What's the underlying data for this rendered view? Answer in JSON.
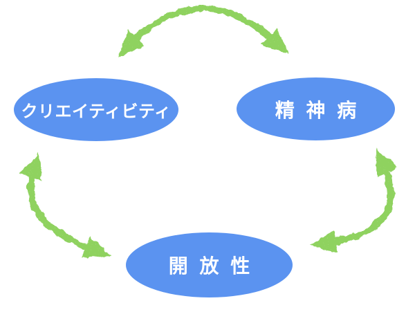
{
  "diagram": {
    "background_color": "#ffffff",
    "node_fill_color": "#5b93f0",
    "node_text_color": "#ffffff",
    "arrow_color": "#8fd25f",
    "arrow_style": "hand-drawn double-headed",
    "nodes": [
      {
        "id": "creativity",
        "label": "クリエイティビティ",
        "position": "top-left"
      },
      {
        "id": "psychosis",
        "label": "精神病",
        "position": "top-right"
      },
      {
        "id": "openness",
        "label": "開放性",
        "position": "bottom-center"
      }
    ],
    "edges": [
      {
        "from": "creativity",
        "to": "psychosis",
        "bidirectional": true
      },
      {
        "from": "creativity",
        "to": "openness",
        "bidirectional": true
      },
      {
        "from": "psychosis",
        "to": "openness",
        "bidirectional": true
      }
    ]
  }
}
